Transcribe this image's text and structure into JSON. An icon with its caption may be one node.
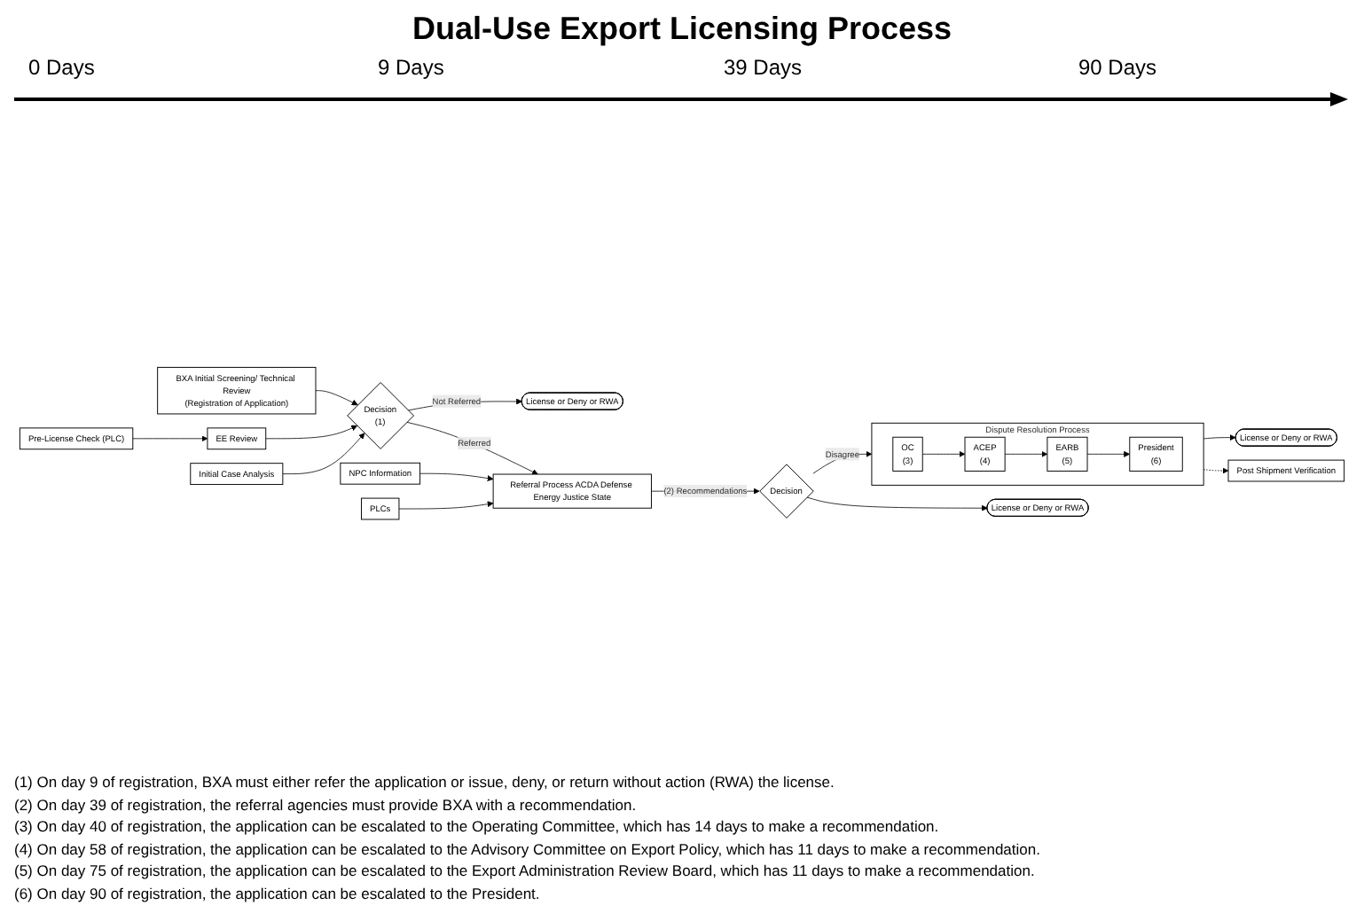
{
  "diagram": {
    "title": "Dual-Use Export Licensing Process",
    "nodes": [
      {
        "text": [
          "Pre-License Check (PLC)"
        ]
      },
      {
        "text": [
          "BXA Initial Screening/ Technical Review",
          "(Registration of Application)"
        ]
      },
      {
        "text": [
          "EE Review"
        ]
      },
      {
        "text": [
          "Initial Case Analysis"
        ]
      },
      {
        "text": [
          "Decision",
          "(1)"
        ]
      },
      {
        "text": [
          "License or Deny or RWA"
        ]
      },
      {
        "text": [
          "NPC Information"
        ]
      },
      {
        "text": [
          "Referral Process ACDA Defense Energy Justice State"
        ]
      },
      {
        "text": [
          "PLCs"
        ]
      },
      {
        "text": [
          "Decision"
        ]
      },
      {
        "text": [
          "License or Deny or RWA"
        ]
      },
      {
        "text": [
          "Dispute Resolution Process"
        ]
      },
      {
        "text": [
          "OC",
          "(3)"
        ],
        "in": 11
      },
      {
        "text": [
          "ACEP",
          "(4)"
        ],
        "in": 11
      },
      {
        "text": [
          "EARB",
          "(5)"
        ],
        "in": 11
      },
      {
        "text": [
          "President",
          "(6)"
        ],
        "in": 11
      },
      {
        "text": [
          "License or Deny or RWA"
        ]
      },
      {
        "text": [
          "Post Shipment Verification"
        ]
      }
    ],
    "edges": [
      {
        "from": 0,
        "to": 2,
        "arrow": "to"
      },
      {
        "from": 1,
        "to": 4,
        "arrow": "to"
      },
      {
        "from": 2,
        "to": 4,
        "arrow": "to"
      },
      {
        "from": 3,
        "to": 4,
        "arrow": "to"
      },
      {
        "from": 4,
        "to": 5,
        "arrow": "to",
        "label": "Not Referred"
      },
      {
        "from": 4,
        "to": 7,
        "arrow": "to",
        "label": "Referred"
      },
      {
        "from": 6,
        "to": 7,
        "arrow": "to"
      },
      {
        "from": 8,
        "to": 7,
        "arrow": "to"
      },
      {
        "from": 7,
        "to": 9,
        "arrow": "to",
        "label": "(2) Recommendations"
      },
      {
        "from": 9,
        "to": 10,
        "arrow": "to"
      },
      {
        "from": 9,
        "to": 11,
        "arrow": "to",
        "label": "Disagree"
      },
      {
        "from": 12,
        "to": 13,
        "arrow": "to"
      },
      {
        "from": 13,
        "to": 14,
        "arrow": "to"
      },
      {
        "from": 14,
        "to": 15,
        "arrow": "to"
      },
      {
        "from": 11,
        "to": 16,
        "arrow": "to"
      },
      {
        "from": 11,
        "to": 17,
        "arrow": "to",
        "style": "dashed"
      }
    ],
    "labels": [
      "0 Days",
      "9 Days",
      "39 Days",
      "90 Days",
      "(1) On day 9 of registration, BXA must either refer the application or issue, deny, or return without action (RWA) the license.",
      "(2) On day 39 of registration, the referral agencies must provide BXA with a recommendation.",
      "(3) On day 40 of registration, the application can be escalated to the Operating Committee, which has 14 days to make a recommendation.",
      "(4) On day 58 of registration, the application can be escalated to the Advisory Committee on Export Policy, which has 11 days to make a recommendation.",
      "(5) On day 75 of registration, the application can be escalated to the Export Administration Review Board, which has 11 days to make a recommendation.",
      "(6) On day 90 of registration, the application can be escalated to the President."
    ]
  }
}
